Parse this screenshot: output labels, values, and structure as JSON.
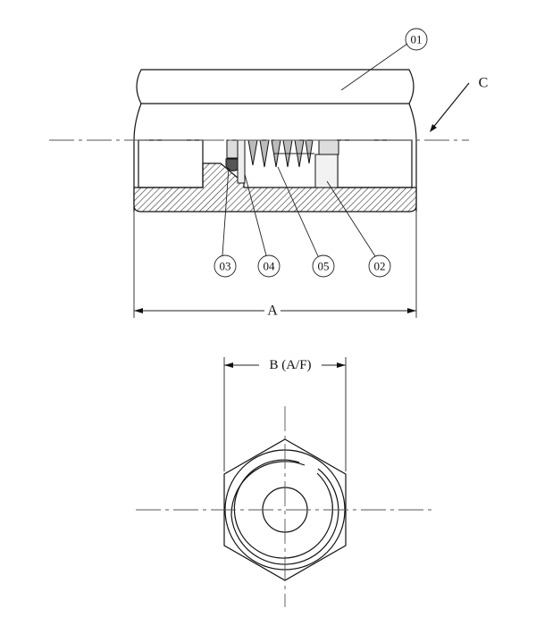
{
  "labels": {
    "part_01": "01",
    "part_02": "02",
    "part_03": "03",
    "part_04": "04",
    "part_05": "05",
    "section_c": "C",
    "dim_a": "A",
    "dim_b": "B (A/F)"
  }
}
